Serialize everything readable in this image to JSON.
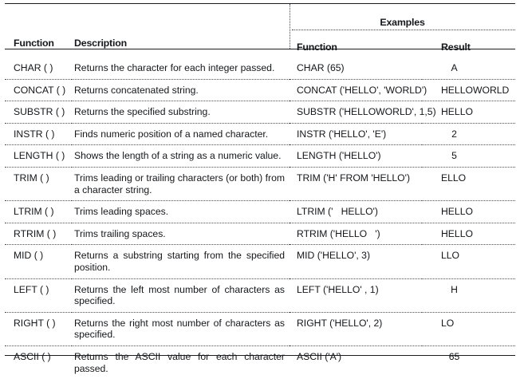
{
  "table": {
    "headers": {
      "function": "Function",
      "description": "Description",
      "examples": "Examples",
      "examples_function": "Function",
      "examples_result": "Result"
    },
    "rows": [
      {
        "function": "CHAR ( )",
        "description": "Returns the character for each integer passed.",
        "example_function": "CHAR (65)",
        "example_result": "A"
      },
      {
        "function": "CONCAT ( )",
        "description": "Returns concatenated string.",
        "example_function": "CONCAT ('HELLO', 'WORLD')",
        "example_result": "HELLOWORLD"
      },
      {
        "function": "SUBSTR ( )",
        "description": "Returns the specified substring.",
        "example_function": "SUBSTR ('HELLOWORLD', 1,5)",
        "example_result": "HELLO"
      },
      {
        "function": "INSTR ( )",
        "description": "Finds numeric position of a named character.",
        "example_function": "INSTR ('HELLO', 'E')",
        "example_result": "2"
      },
      {
        "function": "LENGTH ( )",
        "description": "Shows the length of a string as a numeric value.",
        "example_function": "LENGTH ('HELLO')",
        "example_result": "5"
      },
      {
        "function": "TRIM ( )",
        "description": "Trims leading or trailing characters (or both) from a character string.",
        "example_function": "TRIM ('H' FROM 'HELLO')",
        "example_result": "ELLO"
      },
      {
        "function": "LTRIM ( )",
        "description": "Trims leading spaces.",
        "example_function": "LTRIM ('   HELLO')",
        "example_result": "HELLO"
      },
      {
        "function": "RTRIM ( )",
        "description": "Trims trailing spaces.",
        "example_function": "RTRIM ('HELLO   ')",
        "example_result": "HELLO"
      },
      {
        "function": "MID ( )",
        "description": "Returns a substring starting from the specified position.",
        "example_function": "MID ('HELLO', 3)",
        "example_result": "LLO"
      },
      {
        "function": "LEFT ( )",
        "description": "Returns the left most number of characters as specified.",
        "example_function": "LEFT ('HELLO' , 1)",
        "example_result": "H"
      },
      {
        "function": "RIGHT ( )",
        "description": "Returns the right most number of characters as specified.",
        "example_function": "RIGHT ('HELLO', 2)",
        "example_result": "LO"
      },
      {
        "function": "ASCII ( )",
        "description": "Returns the ASCII value for each character passed.",
        "example_function": "ASCII ('A')",
        "example_result": "65"
      }
    ]
  }
}
